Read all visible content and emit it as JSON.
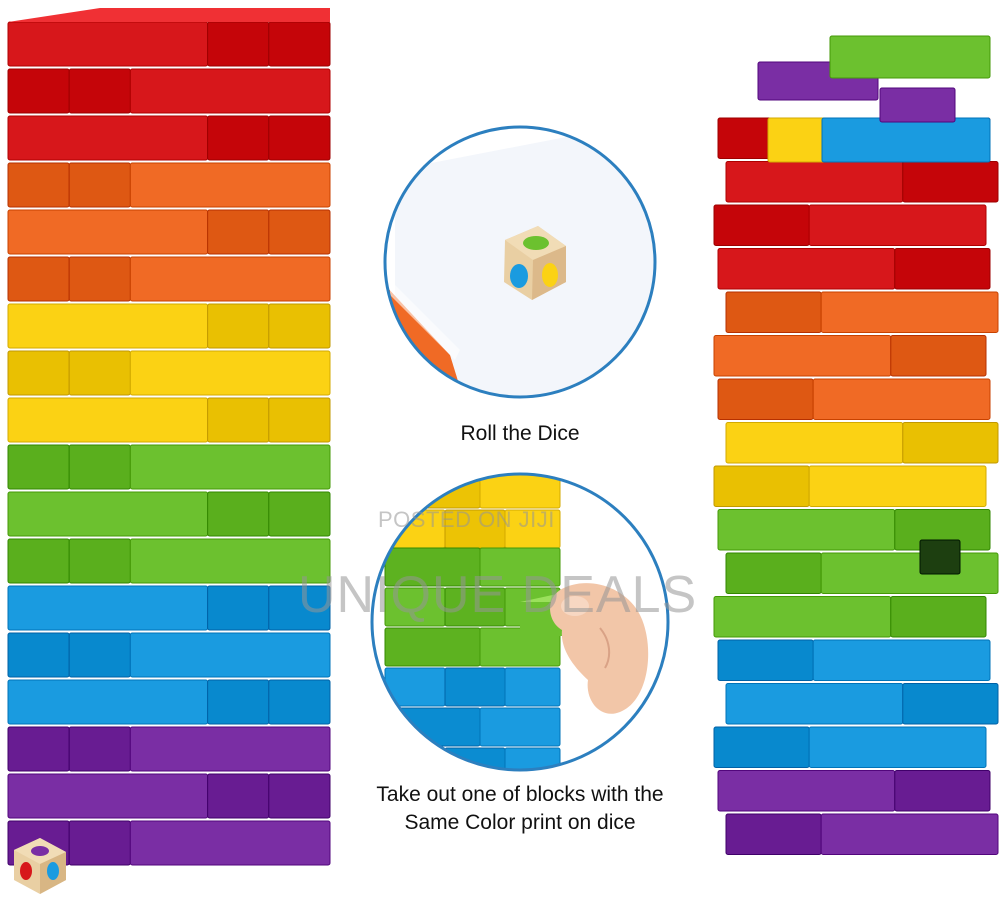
{
  "captions": {
    "roll": "Roll the Dice",
    "take_line1": "Take out one of blocks with the",
    "take_line2": "Same Color print on dice"
  },
  "watermark": {
    "posted": "POSTED ON JIJI",
    "brand": "UNIQUE DEALS"
  },
  "colors": {
    "red": "#d7171b",
    "orange": "#f06a25",
    "yellow": "#fbd214",
    "green": "#6cc12f",
    "blue": "#1a9be0",
    "purple": "#7a2ea4",
    "wood": "#e9cfa3",
    "circle_border": "#2c7fbf"
  }
}
